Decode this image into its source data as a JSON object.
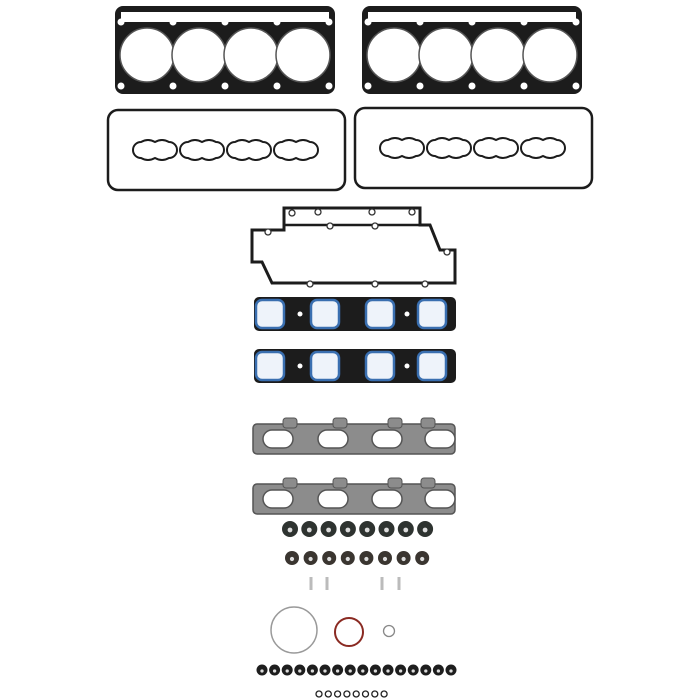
{
  "product": {
    "colors": {
      "gasket_black": "#1c1c1c",
      "seal_blue": "#3a6fb0",
      "exhaust_gray": "#8c8c8c",
      "seal_dark": "#3a3530",
      "oring_red": "#8a2a22",
      "ring_gray": "#9a9a9a"
    },
    "counts": {
      "head_gaskets": 2,
      "valve_cover_gaskets": 2,
      "intake_gaskets": 2,
      "exhaust_gaskets": 2,
      "valve_stem_seals_row1": 8,
      "valve_stem_seals_row2": 8,
      "pins": 4,
      "small_seals": 16,
      "small_orings": 8
    }
  }
}
